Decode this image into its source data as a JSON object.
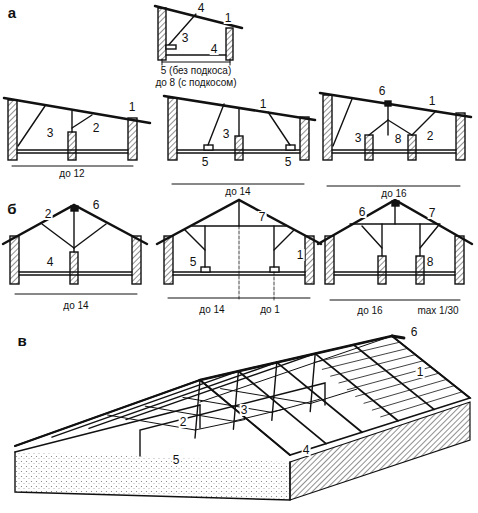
{
  "diagram": {
    "labels": [
      "а",
      "4",
      "1",
      "3",
      "4",
      "5 (без подкоса)",
      "до 8 (с подкосом)",
      "1",
      "2",
      "3",
      "до 12",
      "1",
      "3",
      "5",
      "5",
      "до 14",
      "6",
      "1",
      "2",
      "3",
      "8",
      "до 16",
      "б",
      "2",
      "6",
      "4",
      "до 14",
      "7",
      "1",
      "5",
      "до 14",
      "до 1",
      "6",
      "7",
      "8",
      "до 16",
      "max 1/30",
      "в",
      "6",
      "1",
      "3",
      "2",
      "5",
      "4"
    ]
  }
}
